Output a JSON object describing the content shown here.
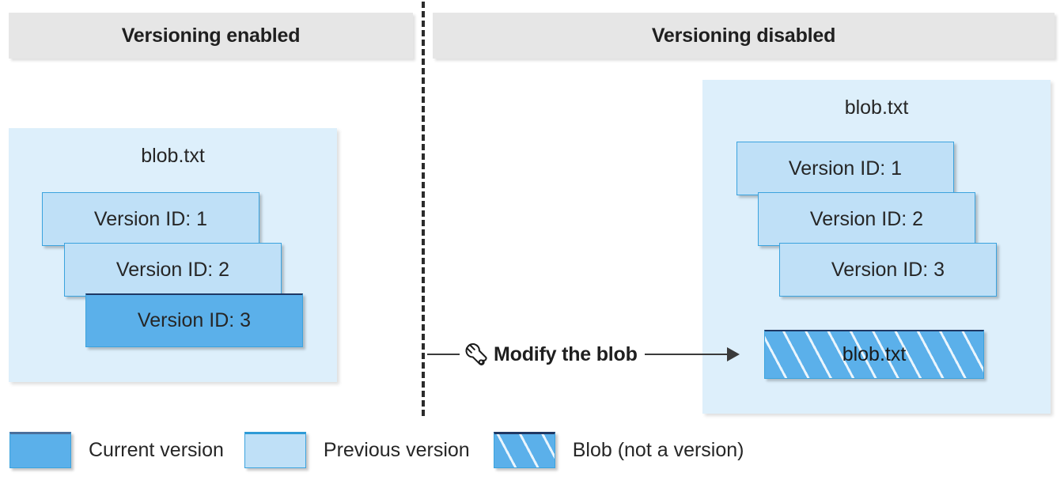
{
  "headers": {
    "left": "Versioning enabled",
    "right": "Versioning disabled"
  },
  "left_panel": {
    "blob_title": "blob.txt",
    "versions": [
      {
        "label": "Version ID: 1",
        "state": "previous"
      },
      {
        "label": "Version ID: 2",
        "state": "previous"
      },
      {
        "label": "Version ID: 3",
        "state": "current"
      }
    ]
  },
  "right_panel": {
    "blob_title": "blob.txt",
    "versions": [
      {
        "label": "Version ID: 1",
        "state": "previous"
      },
      {
        "label": "Version ID: 2",
        "state": "previous"
      },
      {
        "label": "Version ID: 3",
        "state": "previous"
      }
    ],
    "blob_box": {
      "label": "blob.txt",
      "state": "blob-not-a-version"
    }
  },
  "annotation": {
    "icon": "wrench-icon",
    "label": "Modify the blob"
  },
  "legend": {
    "items": [
      {
        "label": "Current version",
        "swatch": "solid-blue"
      },
      {
        "label": "Previous version",
        "swatch": "light-blue"
      },
      {
        "label": "Blob (not a version)",
        "swatch": "hatched-blue"
      }
    ]
  },
  "colors": {
    "current_version": "#5bb0ea",
    "previous_version": "#bfe0f7",
    "container_background": "#ddeffb",
    "header_background": "#e6e6e6",
    "border_blue": "#3ba3de",
    "current_top_border": "#1f3864",
    "divider": "#2b2b2b",
    "text": "#262626",
    "arrow": "#3a3a3a"
  }
}
